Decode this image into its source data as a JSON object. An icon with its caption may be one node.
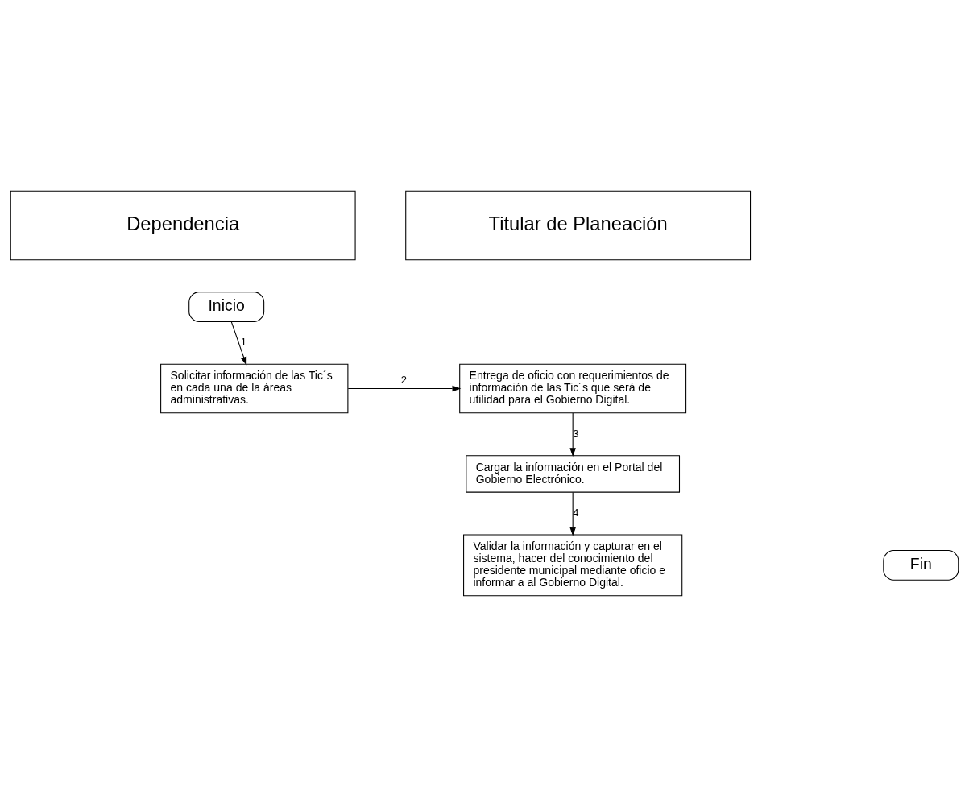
{
  "diagram": {
    "nodes": [
      {
        "text": [
          "Dependencia"
        ]
      },
      {
        "text": [
          "Titular de Planeación"
        ]
      },
      {
        "text": [
          "Inicio"
        ]
      },
      {
        "text": [
          "Solicitar información de las Tic´s en cada una de la áreas administrativas."
        ]
      },
      {
        "text": [
          "Entrega de oficio con requerimientos de información de las Tic´s que será de utilidad para el Gobierno Digital."
        ]
      },
      {
        "text": [
          "Cargar la información en el Portal del Gobierno Electrónico."
        ]
      },
      {
        "text": [
          "Validar la información y capturar en el sistema, hacer del conocimiento del presidente municipal mediante oficio e informar a al Gobierno Digital."
        ]
      },
      {
        "text": [
          "Fin"
        ]
      }
    ],
    "edges": [
      {
        "from": 2,
        "to": 3,
        "arrow": "to",
        "label": "1"
      },
      {
        "from": 3,
        "to": 4,
        "arrow": "to",
        "label": "2"
      },
      {
        "from": 4,
        "to": 5,
        "arrow": "to",
        "label": "3"
      },
      {
        "from": 5,
        "to": 6,
        "arrow": "to",
        "label": "4"
      }
    ]
  }
}
